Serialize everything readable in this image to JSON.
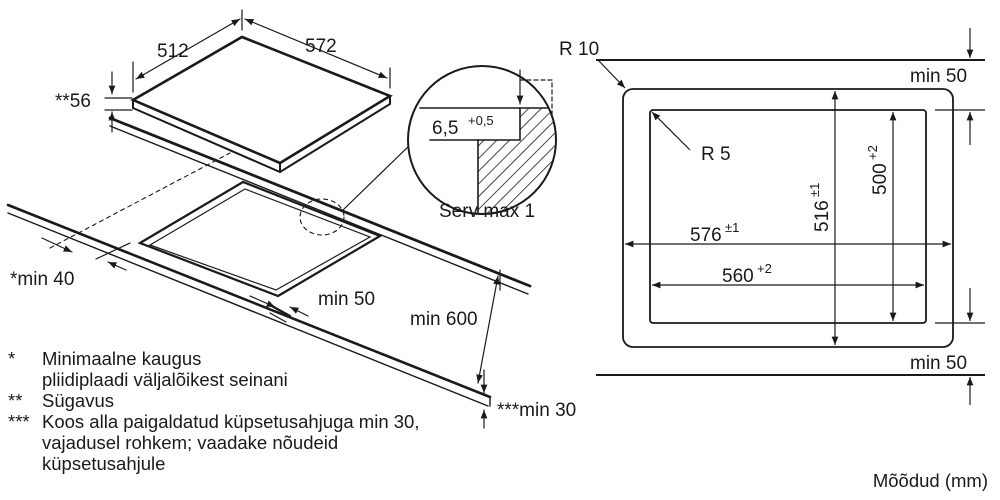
{
  "left_view": {
    "dim_depth": "512",
    "dim_width": "572",
    "dim_thickness": "**56",
    "detail_edge": "6,5",
    "detail_edge_tol": "+0,5",
    "detail_caption": "Serv max 1",
    "clear_side": "*min 40",
    "clear_front": "min 50",
    "clear_worktop": "min 600",
    "clear_below": "***min 30"
  },
  "right_view": {
    "corner_outer": "R 10",
    "corner_inner": "R 5",
    "clear_top": "min 50",
    "clear_bottom": "min 50",
    "outer_width": "576",
    "outer_width_tol": "±1",
    "outer_height": "516",
    "outer_height_tol": "±1",
    "cutout_width": "560",
    "cutout_width_tol": "+2",
    "cutout_height": "500",
    "cutout_height_tol": "+2"
  },
  "legend": [
    {
      "mark": "*",
      "lines": [
        "Minimaalne kaugus",
        "pliidiplaadi väljalõikest seinani"
      ]
    },
    {
      "mark": "**",
      "lines": [
        "Sügavus"
      ]
    },
    {
      "mark": "***",
      "lines": [
        "Koos alla paigaldatud küpsetusahjuga min 30,",
        "vajadusel rohkem; vaadake nõudeid",
        "küpsetusahjule"
      ]
    }
  ],
  "units": "Mõõdud (mm)"
}
